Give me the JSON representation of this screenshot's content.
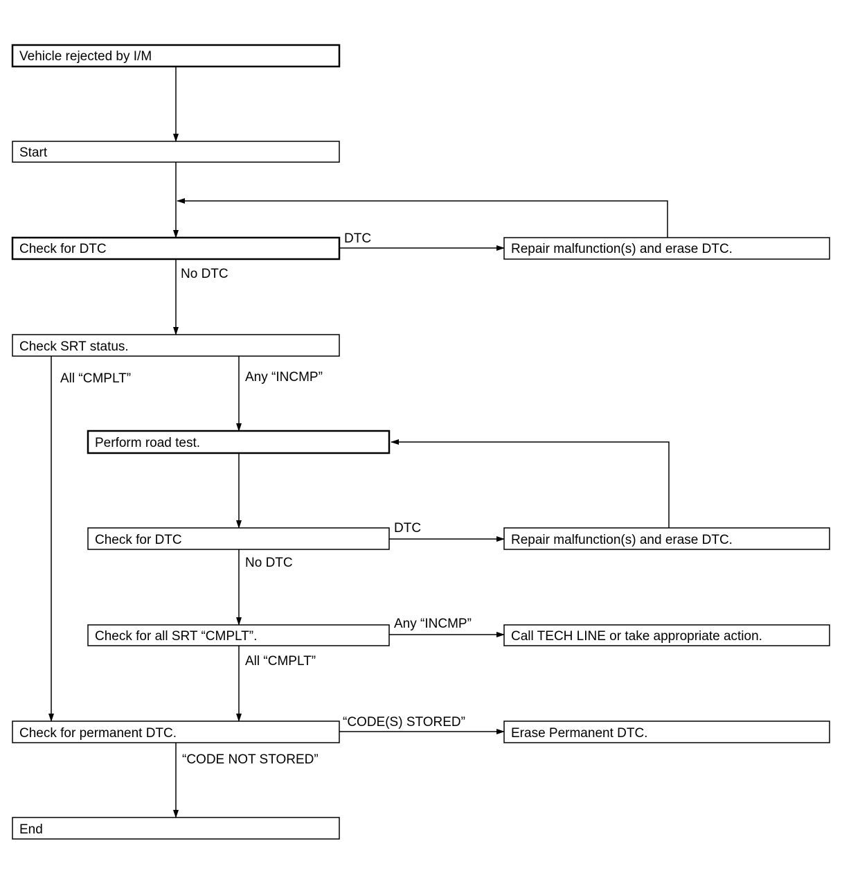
{
  "nodes": {
    "vehicle_rejected": "Vehicle rejected by I/M",
    "start": "Start",
    "check_dtc_1": "Check for DTC",
    "repair_1": "Repair malfunction(s) and erase DTC.",
    "check_srt_status": "Check SRT status.",
    "perform_road_test": "Perform road test.",
    "check_dtc_2": "Check for DTC",
    "repair_2": "Repair malfunction(s) and erase DTC.",
    "check_all_srt": "Check for all SRT “CMPLT”.",
    "call_tech_line": "Call TECH LINE or take appropriate action.",
    "check_permanent_dtc": "Check for permanent DTC.",
    "erase_permanent_dtc": "Erase Permanent DTC.",
    "end": "End"
  },
  "edges": {
    "dtc_1": "DTC",
    "no_dtc_1": "No DTC",
    "all_cmplt_1": "All “CMPLT”",
    "any_incmp_1": "Any “INCMP”",
    "dtc_2": "DTC",
    "no_dtc_2": "No DTC",
    "any_incmp_2": "Any “INCMP”",
    "all_cmplt_2": "All “CMPLT”",
    "codes_stored": "“CODE(S) STORED”",
    "code_not_stored": "“CODE NOT STORED”"
  }
}
